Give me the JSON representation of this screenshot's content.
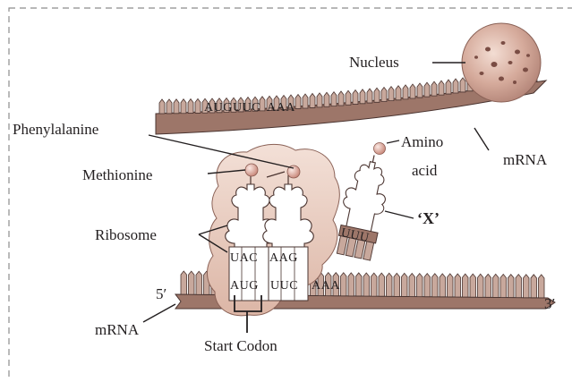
{
  "diagram": {
    "labels": {
      "nucleus": "Nucleus",
      "mrna_top": "mRNA",
      "phenylalanine": "Phenylalanine",
      "amino": "Amino",
      "acid": "acid",
      "methionine": "Methionine",
      "x_label": "‘X’",
      "ribosome": "Ribosome",
      "five_prime": "5′",
      "three_prime": "3′",
      "mrna_bottom": "mRNA",
      "start_codon": "Start Codon"
    },
    "sequences": {
      "top_mrna_codons": [
        "AUG",
        "UUC",
        "AAA"
      ],
      "bottom_mrna_codons": [
        "AUG",
        "UUC",
        "AAA"
      ],
      "trna_anticodons": [
        "UAC",
        "AAG"
      ],
      "free_trna_anticodon": "UUU"
    },
    "colors": {
      "strand": "#9b7368",
      "strand_light": "#c8a89c",
      "ribosome": "#ecd2c6",
      "nucleus": "#c99a8a",
      "bead": "#d69a8e",
      "trna": "#ffffff"
    }
  }
}
